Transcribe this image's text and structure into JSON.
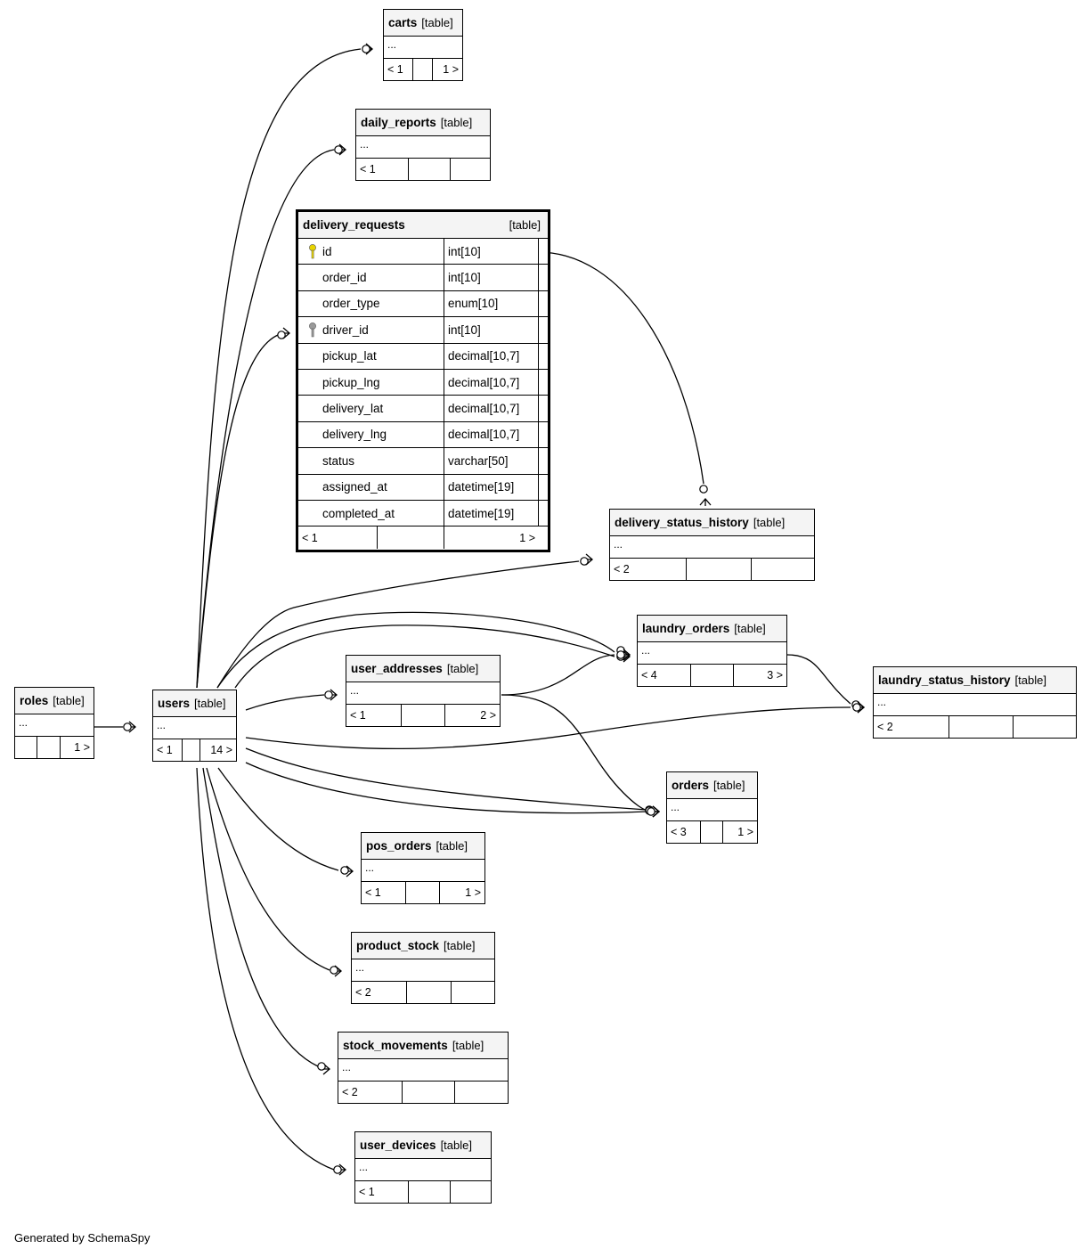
{
  "footer": "Generated by SchemaSpy",
  "colors": {
    "primary_key": "#e8d400",
    "foreign_key": "#9a9a9a",
    "header_bg": "#f4f4f4"
  },
  "focus_table": {
    "name": "delivery_requests",
    "type": "[table]",
    "columns": [
      {
        "name": "id",
        "type": "int[10]",
        "key": "primary-key-icon"
      },
      {
        "name": "order_id",
        "type": "int[10]",
        "key": ""
      },
      {
        "name": "order_type",
        "type": "enum[10]",
        "key": ""
      },
      {
        "name": "driver_id",
        "type": "int[10]",
        "key": "foreign-key-icon"
      },
      {
        "name": "pickup_lat",
        "type": "decimal[10,7]",
        "key": ""
      },
      {
        "name": "pickup_lng",
        "type": "decimal[10,7]",
        "key": ""
      },
      {
        "name": "delivery_lat",
        "type": "decimal[10,7]",
        "key": ""
      },
      {
        "name": "delivery_lng",
        "type": "decimal[10,7]",
        "key": ""
      },
      {
        "name": "status",
        "type": "varchar[50]",
        "key": ""
      },
      {
        "name": "assigned_at",
        "type": "datetime[19]",
        "key": ""
      },
      {
        "name": "completed_at",
        "type": "datetime[19]",
        "key": ""
      }
    ],
    "footer": {
      "parents": "< 1",
      "mid": "",
      "children": "1 >"
    }
  },
  "tables": [
    {
      "id": "carts",
      "name": "carts",
      "type": "[table]",
      "cols": "...",
      "parents": "< 1",
      "children": "1 >"
    },
    {
      "id": "daily_reports",
      "name": "daily_reports",
      "type": "[table]",
      "cols": "...",
      "parents": "< 1",
      "children": ""
    },
    {
      "id": "delivery_status_history",
      "name": "delivery_status_history",
      "type": "[table]",
      "cols": "...",
      "parents": "< 2",
      "children": ""
    },
    {
      "id": "laundry_orders",
      "name": "laundry_orders",
      "type": "[table]",
      "cols": "...",
      "parents": "< 4",
      "children": "3 >"
    },
    {
      "id": "user_addresses",
      "name": "user_addresses",
      "type": "[table]",
      "cols": "...",
      "parents": "< 1",
      "children": "2 >"
    },
    {
      "id": "laundry_status_history",
      "name": "laundry_status_history",
      "type": "[table]",
      "cols": "...",
      "parents": "< 2",
      "children": ""
    },
    {
      "id": "roles",
      "name": "roles",
      "type": "[table]",
      "cols": "...",
      "parents": "",
      "children": "1 >"
    },
    {
      "id": "users",
      "name": "users",
      "type": "[table]",
      "cols": "...",
      "parents": "< 1",
      "children": "14 >"
    },
    {
      "id": "orders",
      "name": "orders",
      "type": "[table]",
      "cols": "...",
      "parents": "< 3",
      "children": "1 >"
    },
    {
      "id": "pos_orders",
      "name": "pos_orders",
      "type": "[table]",
      "cols": "...",
      "parents": "< 1",
      "children": "1 >"
    },
    {
      "id": "product_stock",
      "name": "product_stock",
      "type": "[table]",
      "cols": "...",
      "parents": "< 2",
      "children": ""
    },
    {
      "id": "stock_movements",
      "name": "stock_movements",
      "type": "[table]",
      "cols": "...",
      "parents": "< 2",
      "children": ""
    },
    {
      "id": "user_devices",
      "name": "user_devices",
      "type": "[table]",
      "cols": "...",
      "parents": "< 1",
      "children": ""
    }
  ],
  "relationships": [
    {
      "from": "users",
      "to": "carts"
    },
    {
      "from": "users",
      "to": "daily_reports"
    },
    {
      "from": "users",
      "to": "delivery_requests"
    },
    {
      "from": "delivery_requests",
      "to": "delivery_status_history"
    },
    {
      "from": "users",
      "to": "delivery_status_history"
    },
    {
      "from": "users",
      "to": "laundry_orders"
    },
    {
      "from": "users",
      "to": "laundry_orders"
    },
    {
      "from": "user_addresses",
      "to": "laundry_orders"
    },
    {
      "from": "users",
      "to": "user_addresses"
    },
    {
      "from": "laundry_orders",
      "to": "laundry_status_history"
    },
    {
      "from": "users",
      "to": "laundry_status_history"
    },
    {
      "from": "roles",
      "to": "users"
    },
    {
      "from": "user_addresses",
      "to": "orders"
    },
    {
      "from": "users",
      "to": "orders"
    },
    {
      "from": "users",
      "to": "orders"
    },
    {
      "from": "users",
      "to": "pos_orders"
    },
    {
      "from": "users",
      "to": "product_stock"
    },
    {
      "from": "users",
      "to": "stock_movements"
    },
    {
      "from": "users",
      "to": "user_devices"
    }
  ]
}
